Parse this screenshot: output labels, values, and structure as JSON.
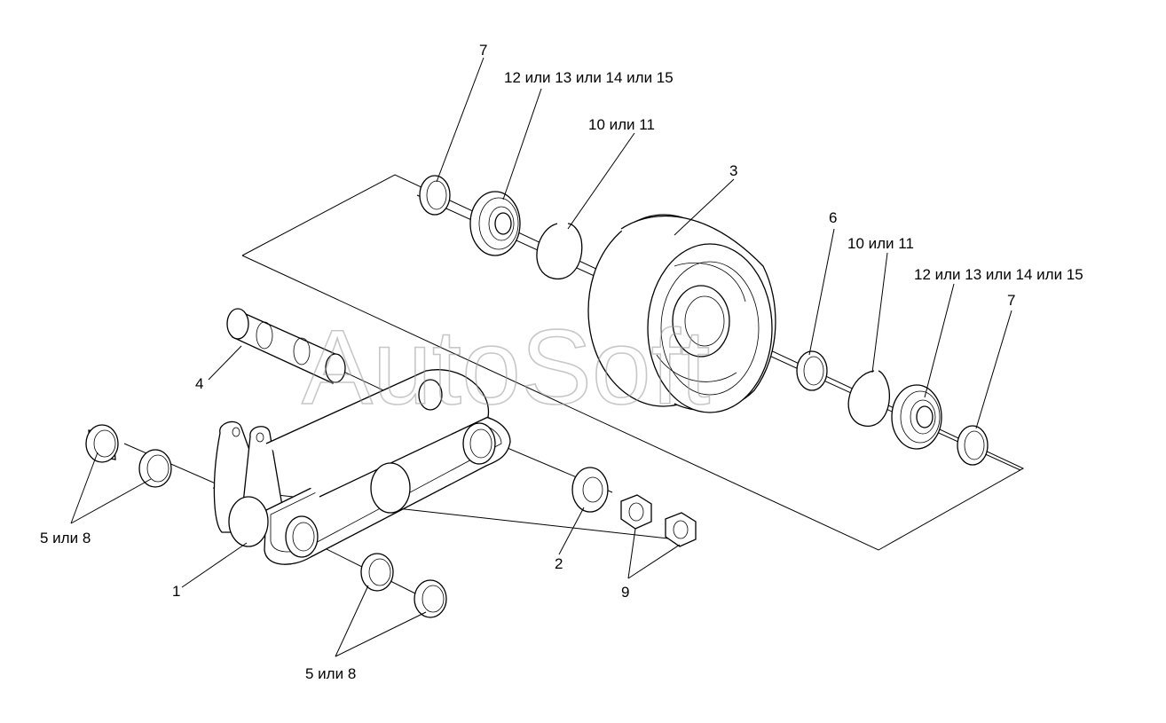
{
  "watermark": "AutoSoft",
  "labels": {
    "l7_top": "7",
    "l12_top": "12 или 13 или 14 или 15",
    "l10_top": "10 или 11",
    "l3": "3",
    "l6": "6",
    "l10_right": "10 или 11",
    "l12_right": "12 или 13 или 14 или 15",
    "l7_right": "7",
    "l4": "4",
    "l5_left": "5 или 8",
    "l2": "2",
    "l9": "9",
    "l1": "1",
    "l5_bottom": "5 или 8"
  },
  "colors": {
    "line": "#000000",
    "background": "#ffffff",
    "watermark": "#9a9a9a"
  }
}
